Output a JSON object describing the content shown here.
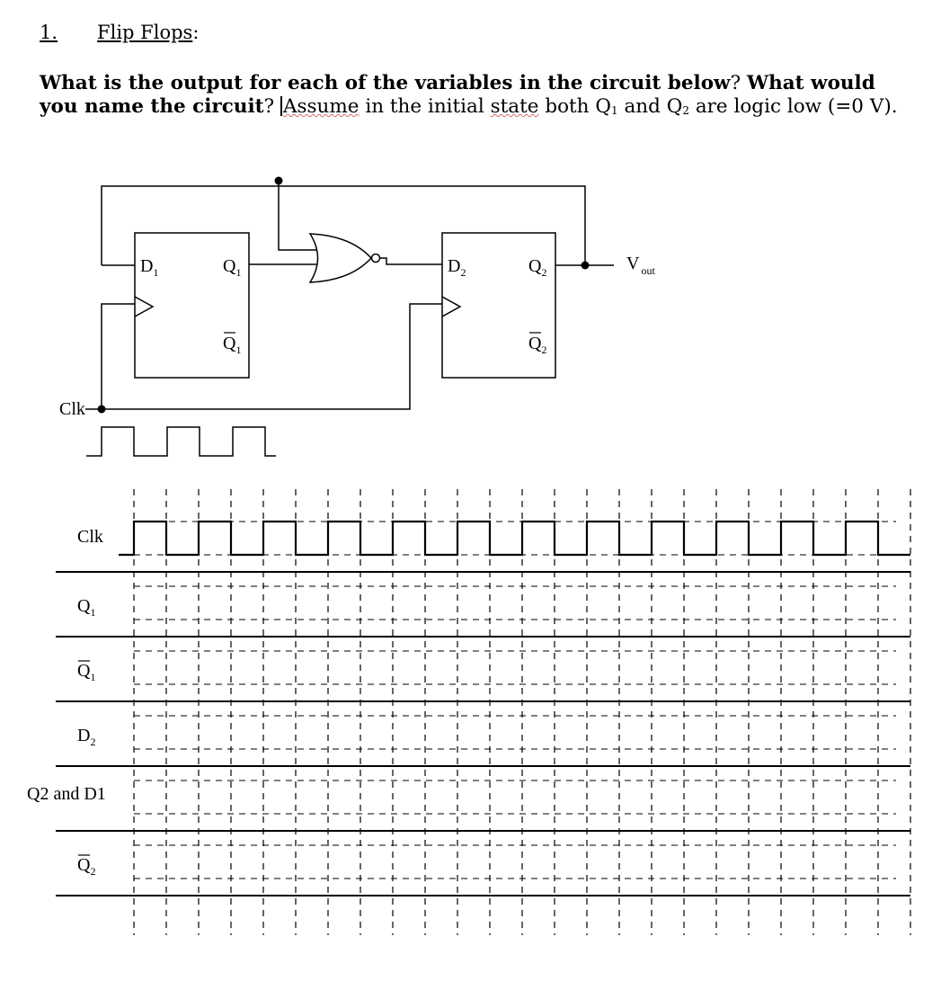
{
  "heading": {
    "number": "1.",
    "title": "Flip Flops",
    "colon": ":"
  },
  "question": {
    "bold_1": "What is the output for each of the variables in the circuit below",
    "q_mark_1": "?",
    "bold_2": "What would you name the circuit",
    "q_mark_2": "?",
    "t_assume": "Assume",
    "t_mid": "in the initial",
    "t_state": "state",
    "t_both": "both Q",
    "sub1": "1",
    "t_and": "and Q",
    "sub2": "2",
    "t_end": "are logic low (=0 V)."
  },
  "circuit": {
    "ff1": {
      "d_label": "D",
      "d_sub": "1",
      "q_label": "Q",
      "q_sub": "1",
      "qbar_label": "Q",
      "qbar_sub": "1"
    },
    "ff2": {
      "d_label": "D",
      "d_sub": "2",
      "q_label": "Q",
      "q_sub": "2",
      "qbar_label": "Q",
      "qbar_sub": "2"
    },
    "vout_label": "V",
    "vout_sub": "out",
    "clk_label": "Clk",
    "gate": "NOR"
  },
  "timing": {
    "clock_label": "Clk",
    "clock_cycles": 12,
    "rows": [
      {
        "label": "Q",
        "sub": "1",
        "bar": false
      },
      {
        "label": "Q",
        "sub": "1",
        "bar": true
      },
      {
        "label": "D",
        "sub": "2",
        "bar": false
      },
      {
        "label": "Q2 and D1",
        "sub": "",
        "bar": false
      },
      {
        "label": "Q",
        "sub": "2",
        "bar": true
      }
    ]
  }
}
